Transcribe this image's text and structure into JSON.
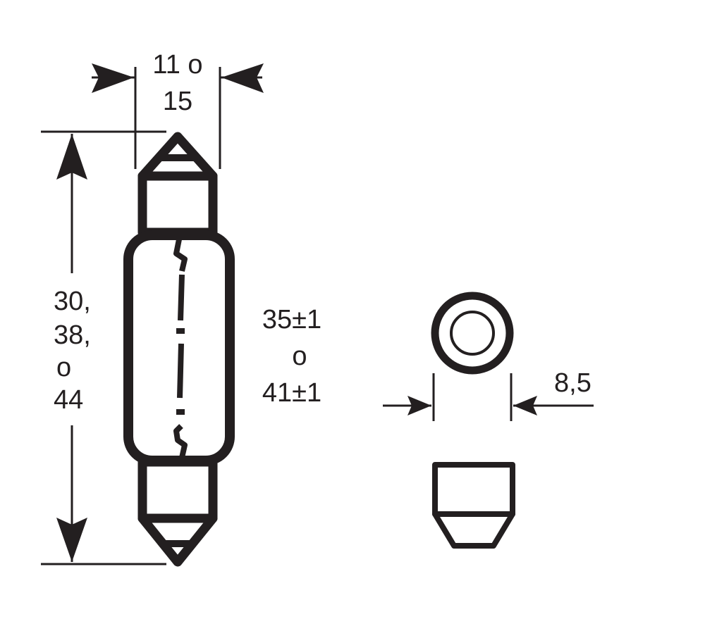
{
  "colors": {
    "line": "#231f20",
    "background": "#ffffff"
  },
  "labels": {
    "width_line1": "11 o",
    "width_line2": "15",
    "length_line1": "30,",
    "length_line2": "38,",
    "length_line3": "o",
    "length_line4": "44",
    "bulb_len_line1": "35±1",
    "bulb_len_line2": "o",
    "bulb_len_line3": "41±1",
    "cap_diameter": "8,5"
  }
}
